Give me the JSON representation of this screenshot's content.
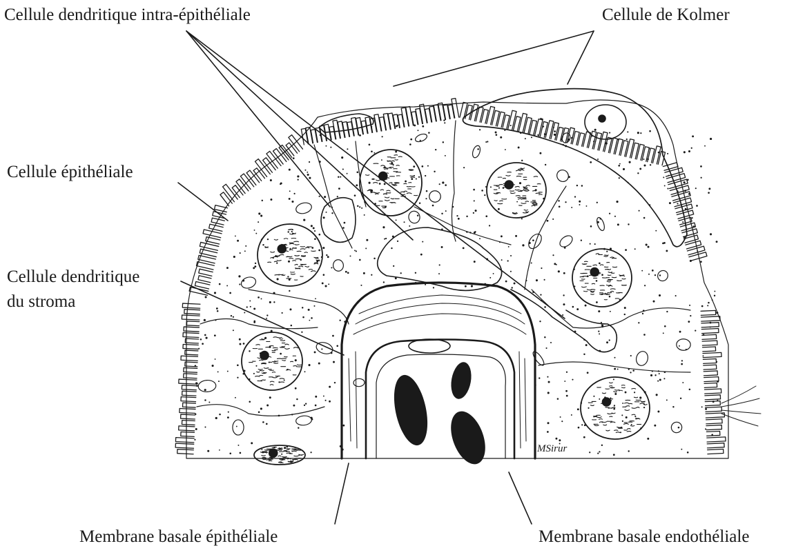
{
  "labels": {
    "intraepithelial_dendritic_cell": "Cellule dendritique intra-épithéliale",
    "kolmer_cell": "Cellule de Kolmer",
    "epithelial_cell": "Cellule épithéliale",
    "stromal_dendritic_cell_line1": "Cellule dendritique",
    "stromal_dendritic_cell_line2": "du stroma",
    "epithelial_basement_membrane": "Membrane basale épithéliale",
    "endothelial_basement_membrane": "Membrane basale endothéliale"
  },
  "signature": "MSirur",
  "colors": {
    "ink": "#1a1a1a",
    "background": "#ffffff"
  }
}
